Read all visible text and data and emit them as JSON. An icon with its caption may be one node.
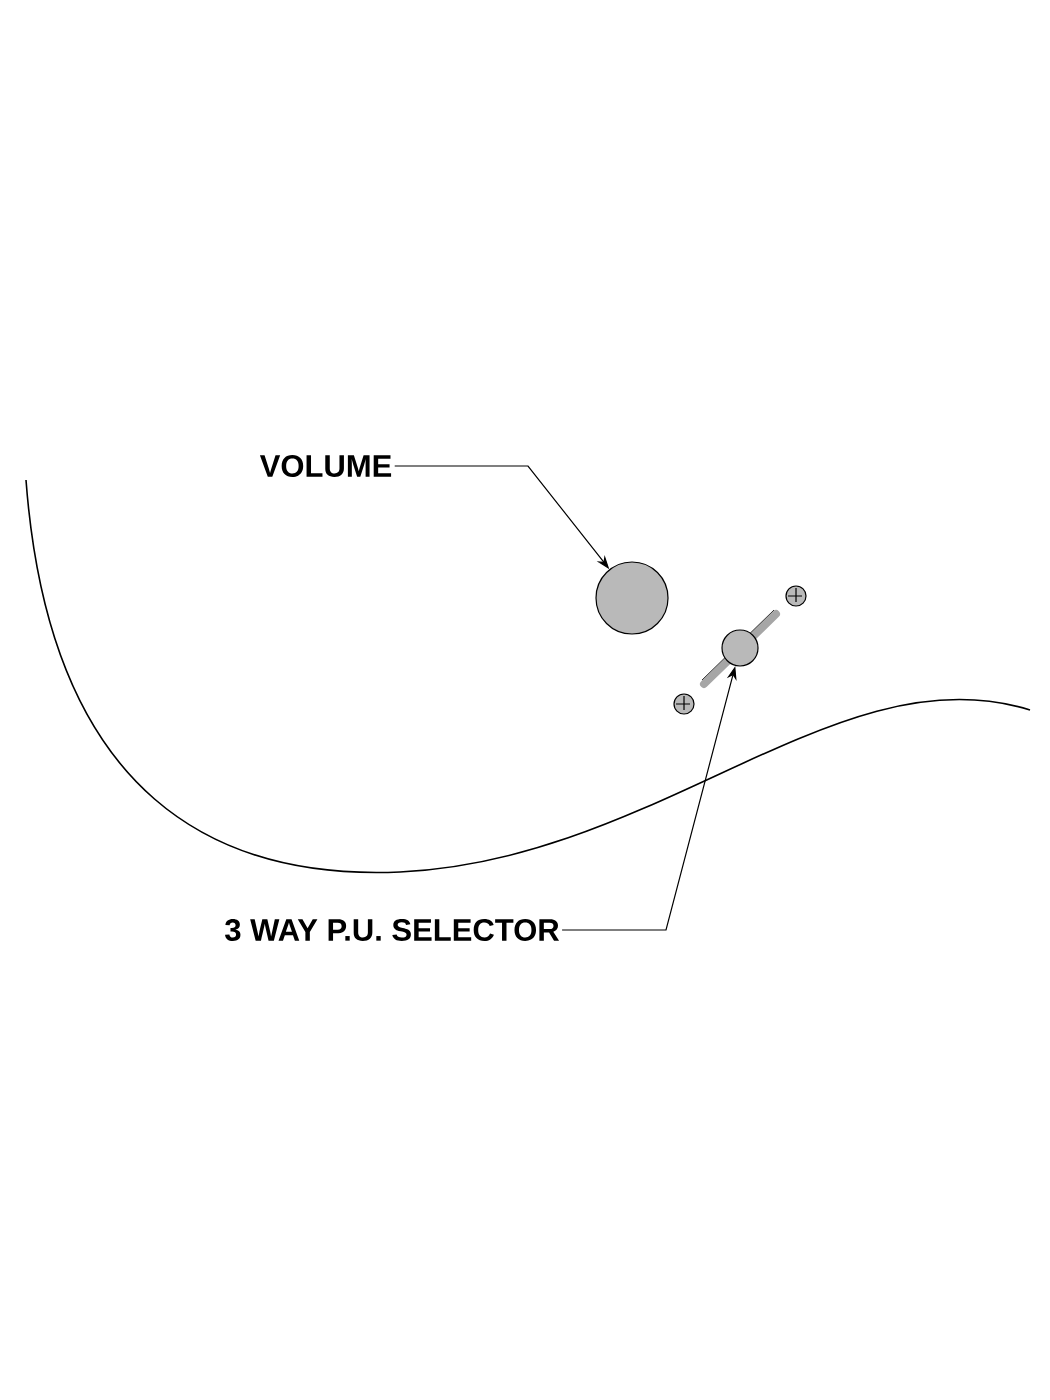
{
  "diagram": {
    "nodes": [
      {
        "text": [
          "VOLUME"
        ]
      },
      {
        "text": [],
        "shape": "circle"
      },
      {
        "text": [
          "3 WAY P.U. SELECTOR"
        ]
      },
      {
        "text": [],
        "shape": "circle"
      }
    ],
    "edges": [
      {
        "from": 0,
        "to": 1,
        "arrow": "to"
      },
      {
        "from": 2,
        "to": 3,
        "arrow": "to"
      }
    ]
  }
}
